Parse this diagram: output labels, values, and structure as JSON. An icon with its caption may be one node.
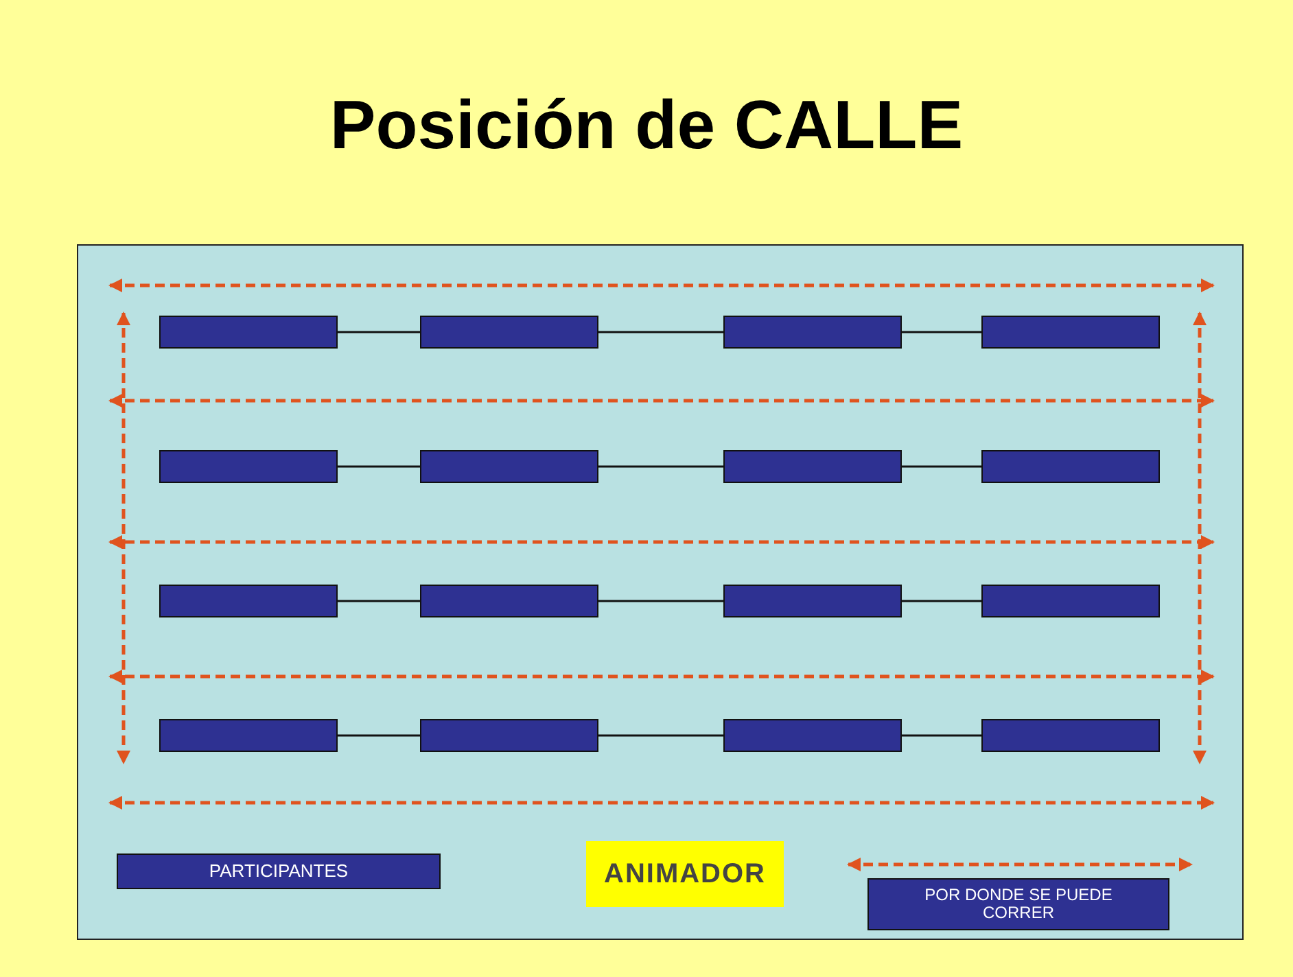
{
  "diagram": {
    "title": "Posición de CALLE",
    "nodes": [
      {
        "text": [],
        "shape": "bar"
      },
      {
        "text": [],
        "shape": "bar"
      },
      {
        "text": [],
        "shape": "bar"
      },
      {
        "text": [],
        "shape": "bar"
      },
      {
        "text": [],
        "shape": "bar"
      },
      {
        "text": [],
        "shape": "bar"
      },
      {
        "text": [],
        "shape": "bar"
      },
      {
        "text": [],
        "shape": "bar"
      },
      {
        "text": [],
        "shape": "bar"
      },
      {
        "text": [],
        "shape": "bar"
      },
      {
        "text": [],
        "shape": "bar"
      },
      {
        "text": [],
        "shape": "bar"
      },
      {
        "text": [],
        "shape": "bar"
      },
      {
        "text": [],
        "shape": "bar"
      },
      {
        "text": [],
        "shape": "bar"
      },
      {
        "text": [],
        "shape": "bar"
      }
    ],
    "edges": [
      {
        "from": 0,
        "to": 1,
        "arrow": "none"
      },
      {
        "from": 1,
        "to": 2,
        "arrow": "none"
      },
      {
        "from": 2,
        "to": 3,
        "arrow": "none"
      },
      {
        "from": 4,
        "to": 5,
        "arrow": "none"
      },
      {
        "from": 5,
        "to": 6,
        "arrow": "none"
      },
      {
        "from": 6,
        "to": 7,
        "arrow": "none"
      },
      {
        "from": 8,
        "to": 9,
        "arrow": "none"
      },
      {
        "from": 9,
        "to": 10,
        "arrow": "none"
      },
      {
        "from": 10,
        "to": 11,
        "arrow": "none"
      },
      {
        "from": 12,
        "to": 13,
        "arrow": "none"
      },
      {
        "from": 13,
        "to": 14,
        "arrow": "none"
      },
      {
        "from": 14,
        "to": 15,
        "arrow": "none"
      }
    ],
    "legend": [
      {
        "text": "PARTICIPANTES",
        "color": "#2e3192"
      },
      {
        "text": "ANIMADOR",
        "color": "#ffff00"
      },
      {
        "text": "POR DONDE SE PUEDE CORRER"
      }
    ]
  }
}
